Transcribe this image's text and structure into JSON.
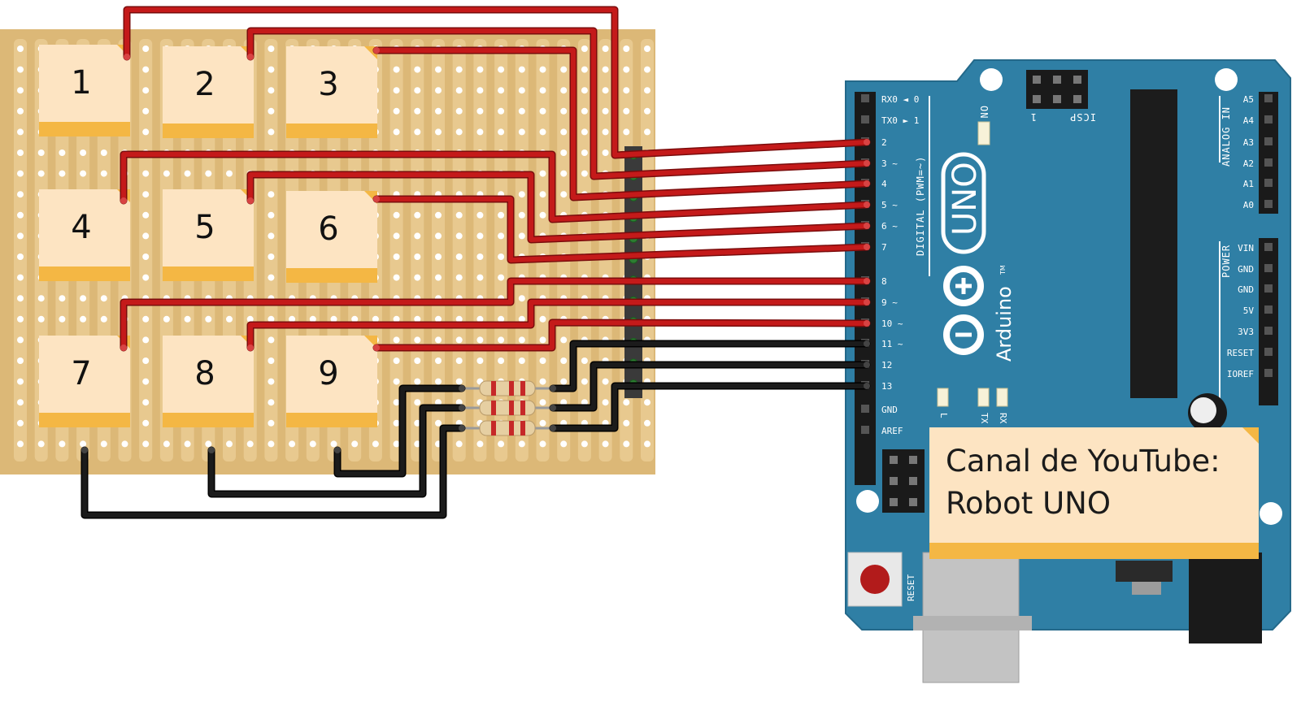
{
  "keys": [
    "1",
    "2",
    "3",
    "4",
    "5",
    "6",
    "7",
    "8",
    "9"
  ],
  "board": {
    "digital_pins": [
      "RX0 ◄ 0",
      "TX0 ► 1",
      "2",
      "3 ~",
      "4",
      "5 ~",
      "6 ~",
      "7",
      "8",
      "9 ~",
      "10 ~",
      "11 ~",
      "12",
      "13",
      "GND",
      "AREF"
    ],
    "analog_pins": [
      "A5",
      "A4",
      "A3",
      "A2",
      "A1",
      "A0"
    ],
    "power_pins": [
      "VIN",
      "GND",
      "GND",
      "5V",
      "3V3",
      "RESET",
      "IOREF"
    ],
    "digital_header": "DIGITAL (PWM=~)",
    "analog_header": "ANALOG IN",
    "power_header": "POWER",
    "icsp_label": "ICSP",
    "icsp_pin": "1",
    "on_label": "ON",
    "led_labels": [
      "L",
      "TX",
      "RX"
    ],
    "reset_label": "RESET",
    "model_logo": "UNO",
    "brand_logo": "Arduino",
    "tm": "TM"
  },
  "note": {
    "line1": "Canal de YouTube:",
    "line2": "Robot UNO"
  },
  "colors": {
    "stripboard": "#dcb877",
    "board": "#2f7fa5",
    "wire_red": "#c41a1a",
    "wire_black": "#1b1b1b",
    "key_body": "#fde4c2",
    "key_edge": "#f4b744"
  }
}
